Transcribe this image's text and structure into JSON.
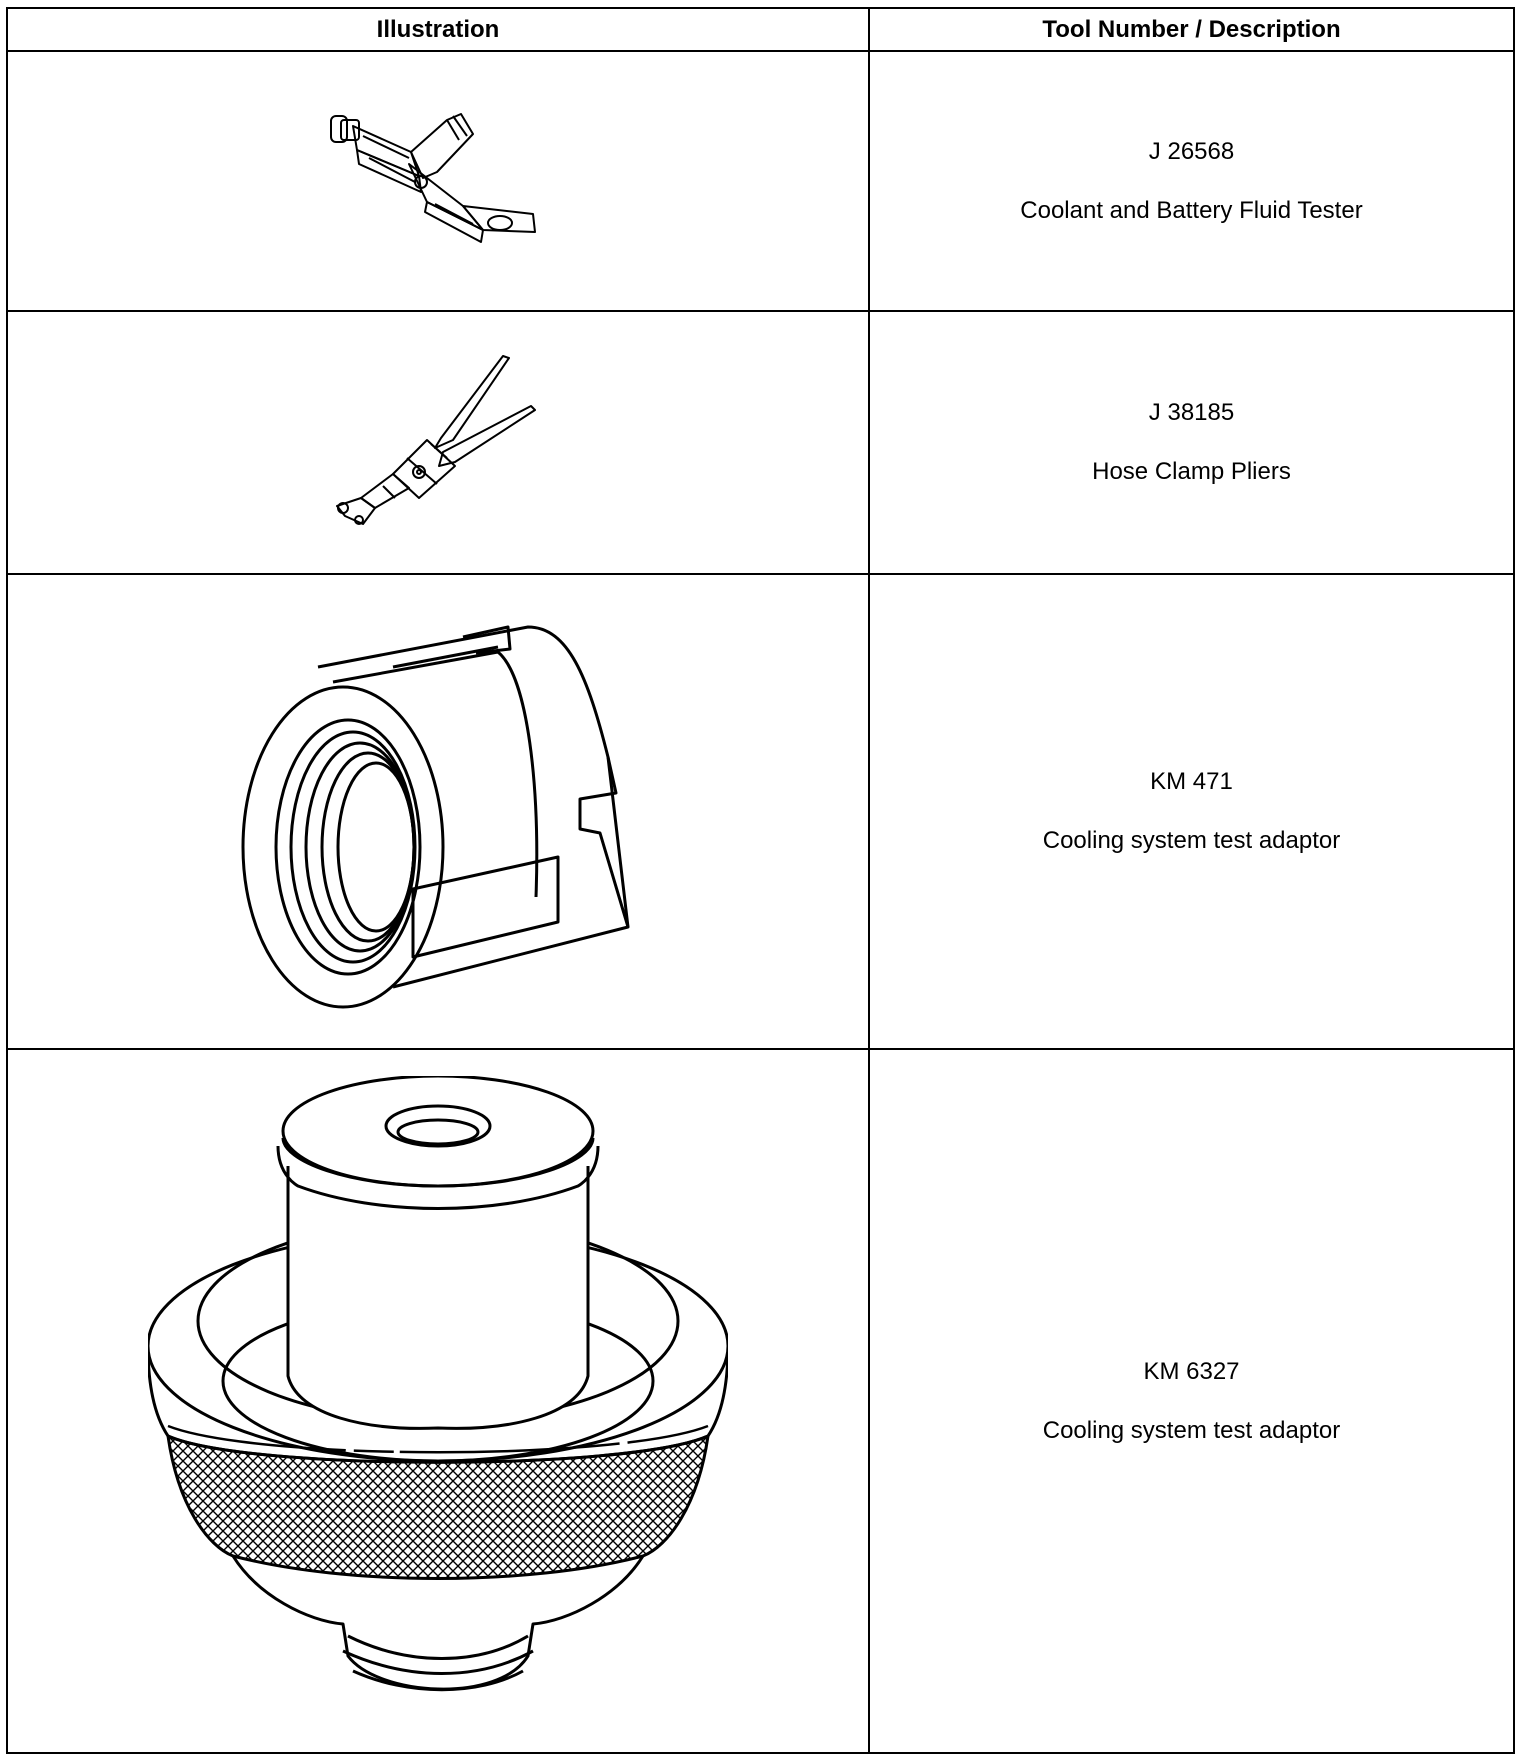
{
  "table": {
    "headers": {
      "illustration": "Illustration",
      "tool": "Tool Number / Description"
    },
    "rows": [
      {
        "number": "J 26568",
        "description": "Coolant and Battery Fluid Tester",
        "icon": "coolant-tester-icon"
      },
      {
        "number": "J 38185",
        "description": "Hose Clamp Pliers",
        "icon": "hose-clamp-pliers-icon"
      },
      {
        "number": "KM 471",
        "description": "Cooling system test adaptor",
        "icon": "threaded-adaptor-icon"
      },
      {
        "number": "KM 6327",
        "description": "Cooling system test adaptor",
        "icon": "knurled-adaptor-icon"
      }
    ]
  },
  "colors": {
    "ink": "#000000",
    "paper": "#ffffff"
  }
}
